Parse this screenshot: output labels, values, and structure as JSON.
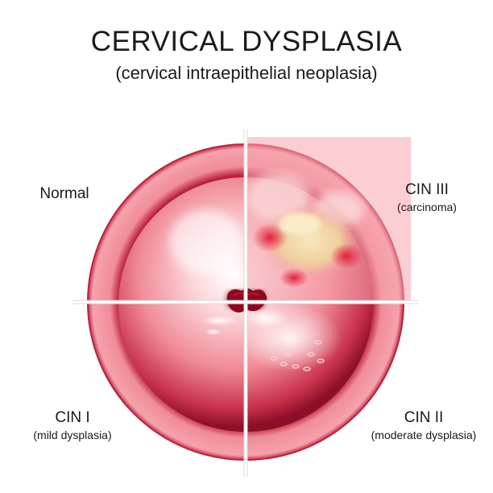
{
  "header": {
    "title": "CERVICAL DYSPLASIA",
    "subtitle": "(cervical intraepithelial neoplasia)"
  },
  "quadrants": {
    "normal": {
      "label": "Normal"
    },
    "cin3": {
      "label": "CIN III",
      "sublabel": "(carcinoma)"
    },
    "cin1": {
      "label": "CIN I",
      "sublabel": "(mild dysplasia)"
    },
    "cin2": {
      "label": "CIN II",
      "sublabel": "(moderate dysplasia)"
    }
  },
  "colors": {
    "outer_ring": "#d8425a",
    "cervix_tissue": "#f28b96",
    "os_opening": "#8c0a1e",
    "lesion": "#f0d7a0",
    "divider": "#ffffff"
  }
}
